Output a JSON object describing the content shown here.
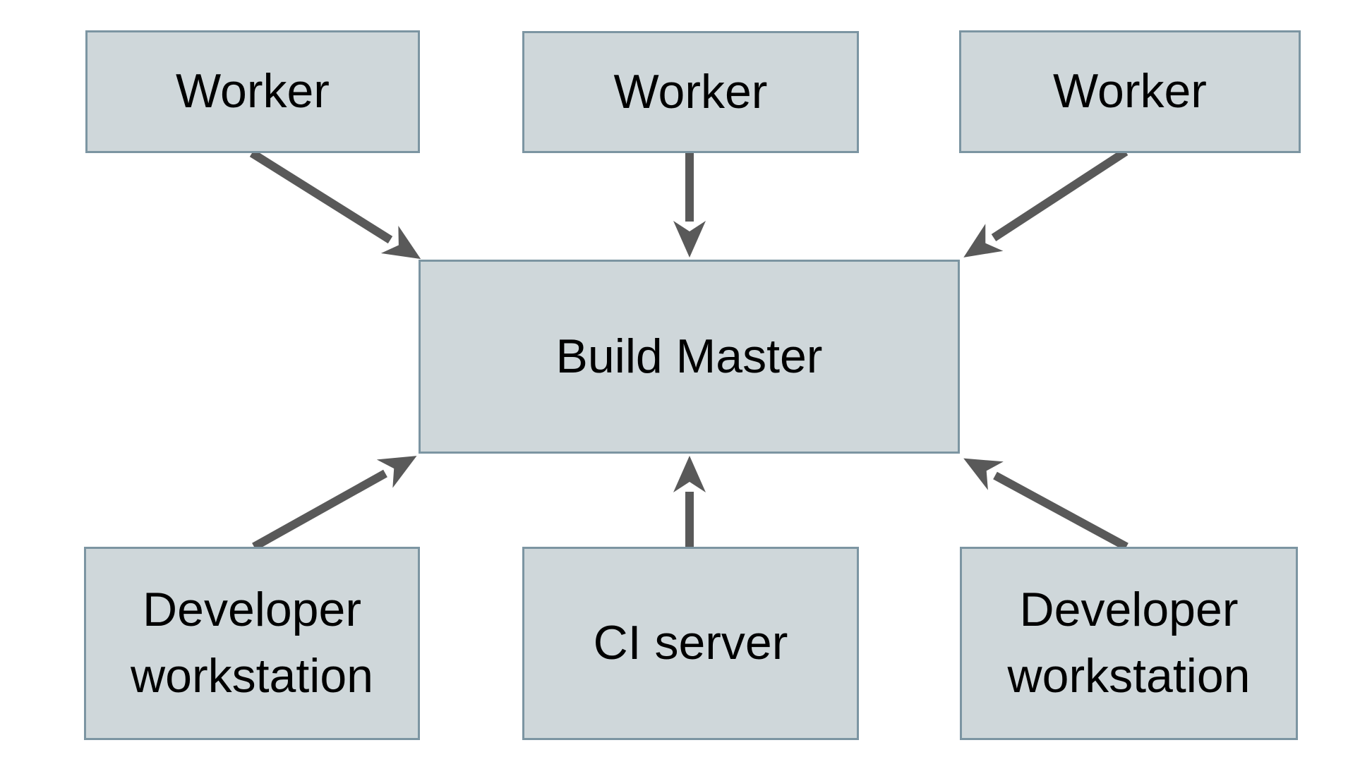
{
  "diagram": {
    "background": "#ffffff",
    "colors": {
      "node_fill": "#cfd7da",
      "node_border": "#7c95a2",
      "arrow": "#595959",
      "text": "#000000"
    },
    "nodes": [
      {
        "id": "worker-1",
        "label": "Worker"
      },
      {
        "id": "worker-2",
        "label": "Worker"
      },
      {
        "id": "worker-3",
        "label": "Worker"
      },
      {
        "id": "build-master",
        "label": "Build Master"
      },
      {
        "id": "developer-workstation-left",
        "label": "Developer workstation"
      },
      {
        "id": "ci-server",
        "label": "CI server"
      },
      {
        "id": "developer-workstation-right",
        "label": "Developer workstation"
      }
    ],
    "edges": [
      {
        "from": "worker-1",
        "to": "build-master"
      },
      {
        "from": "worker-2",
        "to": "build-master"
      },
      {
        "from": "worker-3",
        "to": "build-master"
      },
      {
        "from": "developer-workstation-left",
        "to": "build-master"
      },
      {
        "from": "ci-server",
        "to": "build-master"
      },
      {
        "from": "developer-workstation-right",
        "to": "build-master"
      }
    ]
  }
}
